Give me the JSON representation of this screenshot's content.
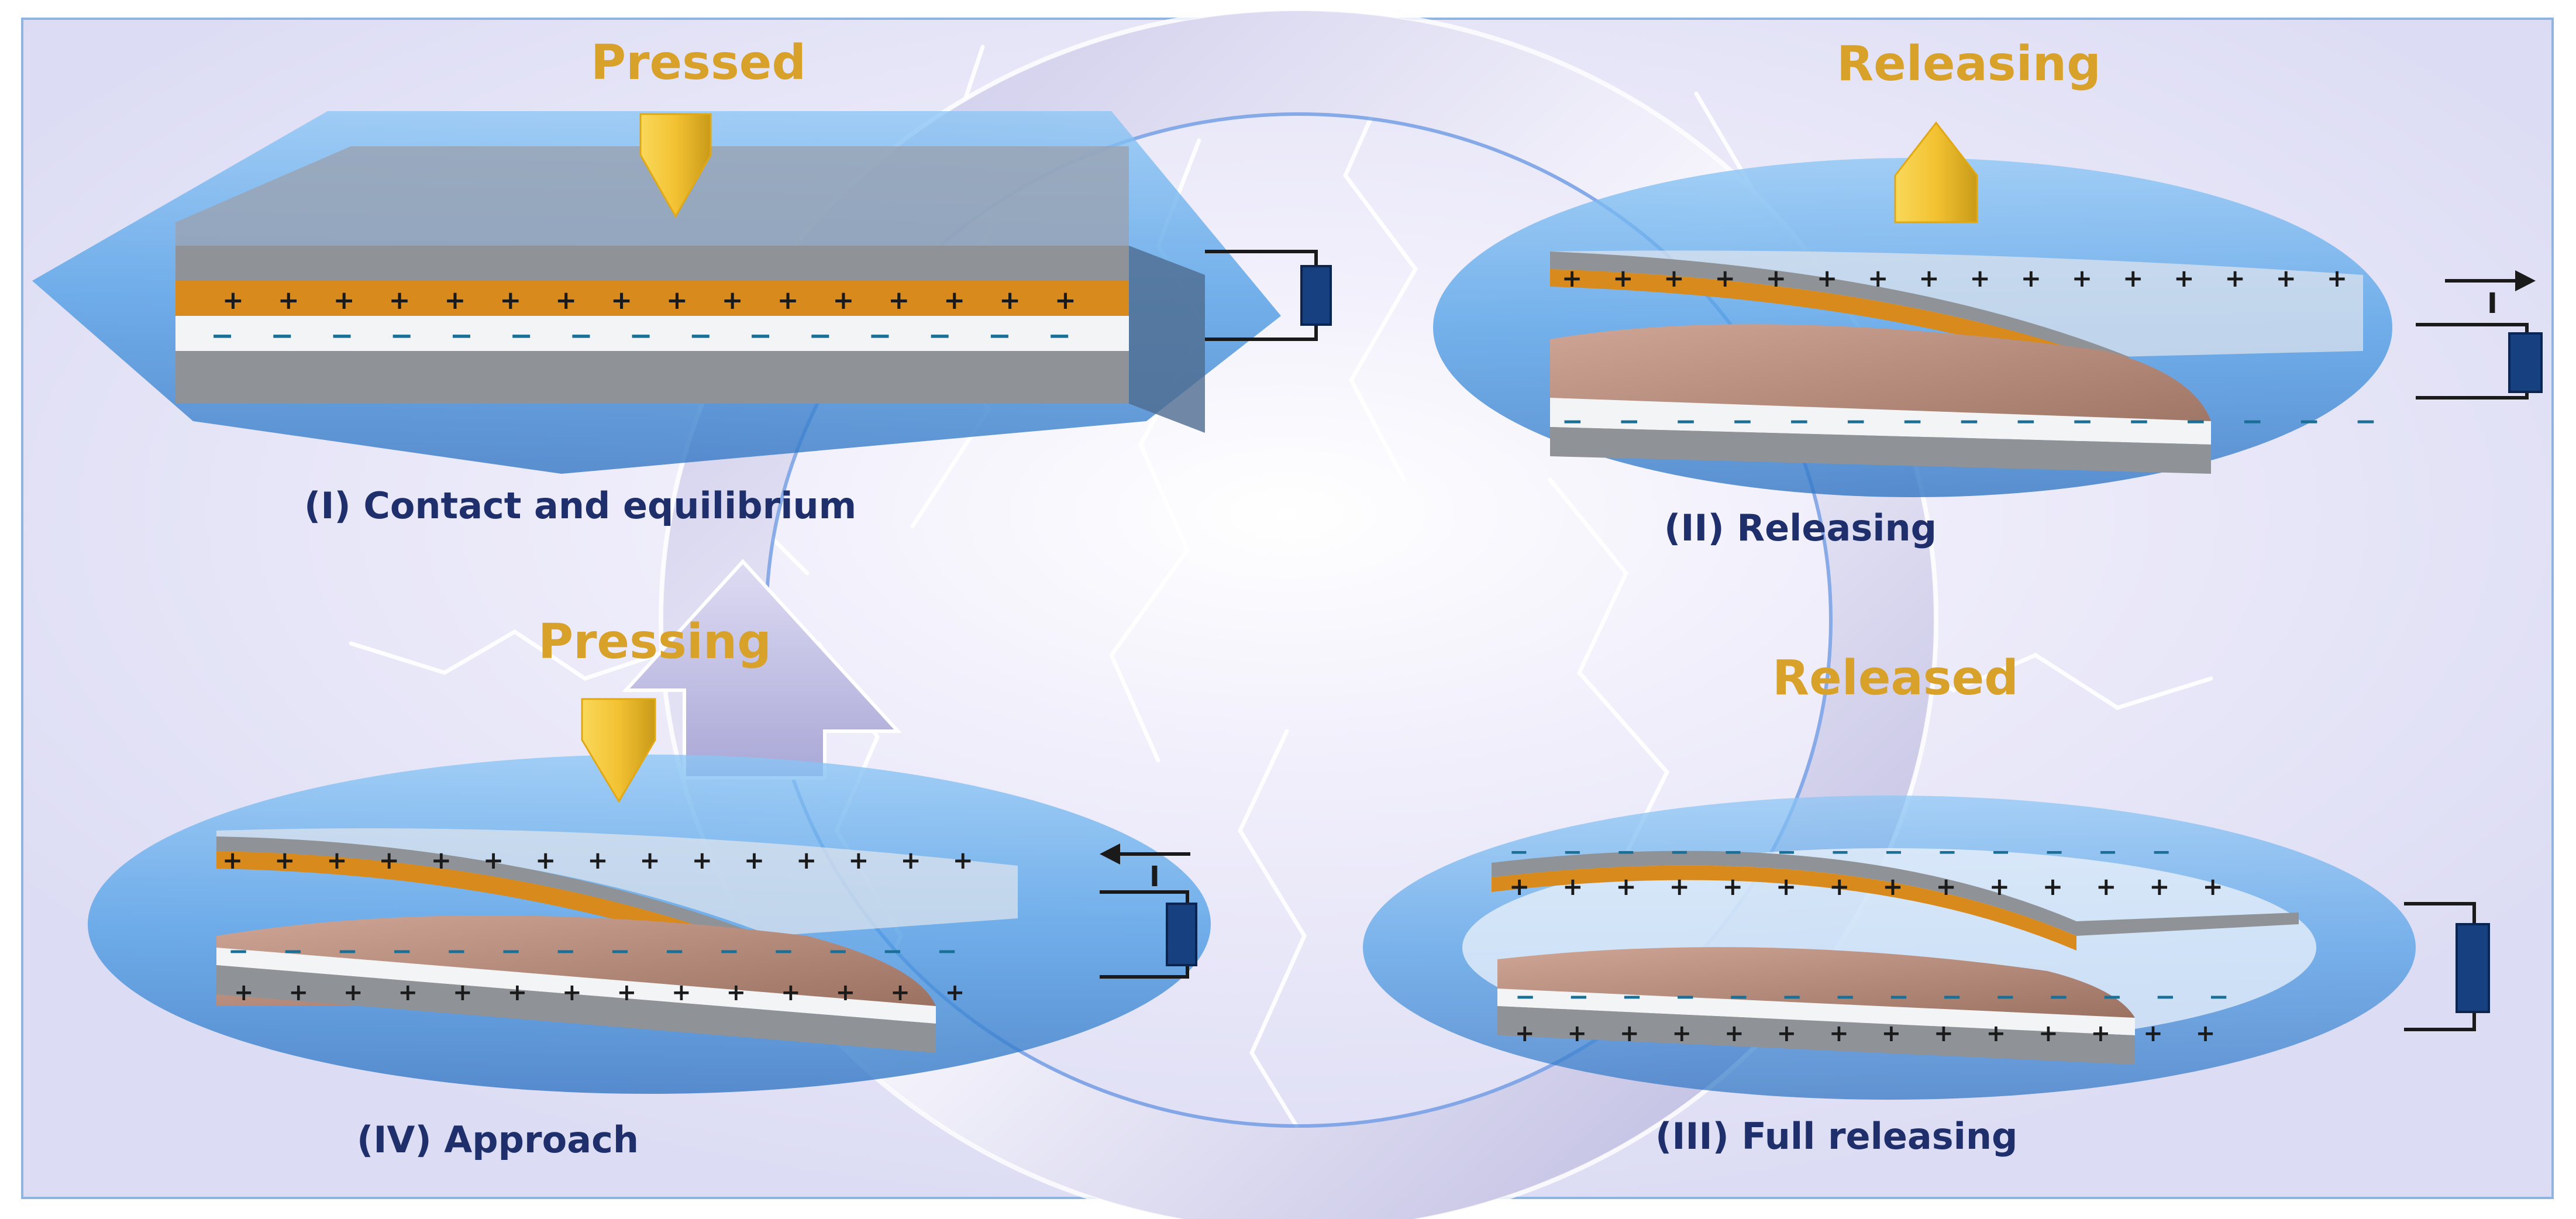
{
  "stages": [
    {
      "label": "(I) Contact and equilibrium",
      "action": "Pressed"
    },
    {
      "label": "(II) Releasing",
      "action": "Releasing"
    },
    {
      "label": "(III) Full releasing",
      "action": "Released"
    },
    {
      "label": "(IV) Approach",
      "action": "Pressing"
    }
  ],
  "current_symbol": "I",
  "charge_signs": {
    "positive": "+",
    "negative": "−"
  },
  "colors": {
    "background": "#e6e5f8",
    "capsule": "#5aa6e8",
    "positive_layer": "#d88a1c",
    "negative_layer": "#f2f4f6",
    "electrode": "#8f9296",
    "porous_layer": "#b98e7d",
    "arrow_gold": "#f3c232",
    "label_gold": "#d8a12a",
    "label_navy": "#1e2f6b",
    "battery": "#16407f"
  }
}
